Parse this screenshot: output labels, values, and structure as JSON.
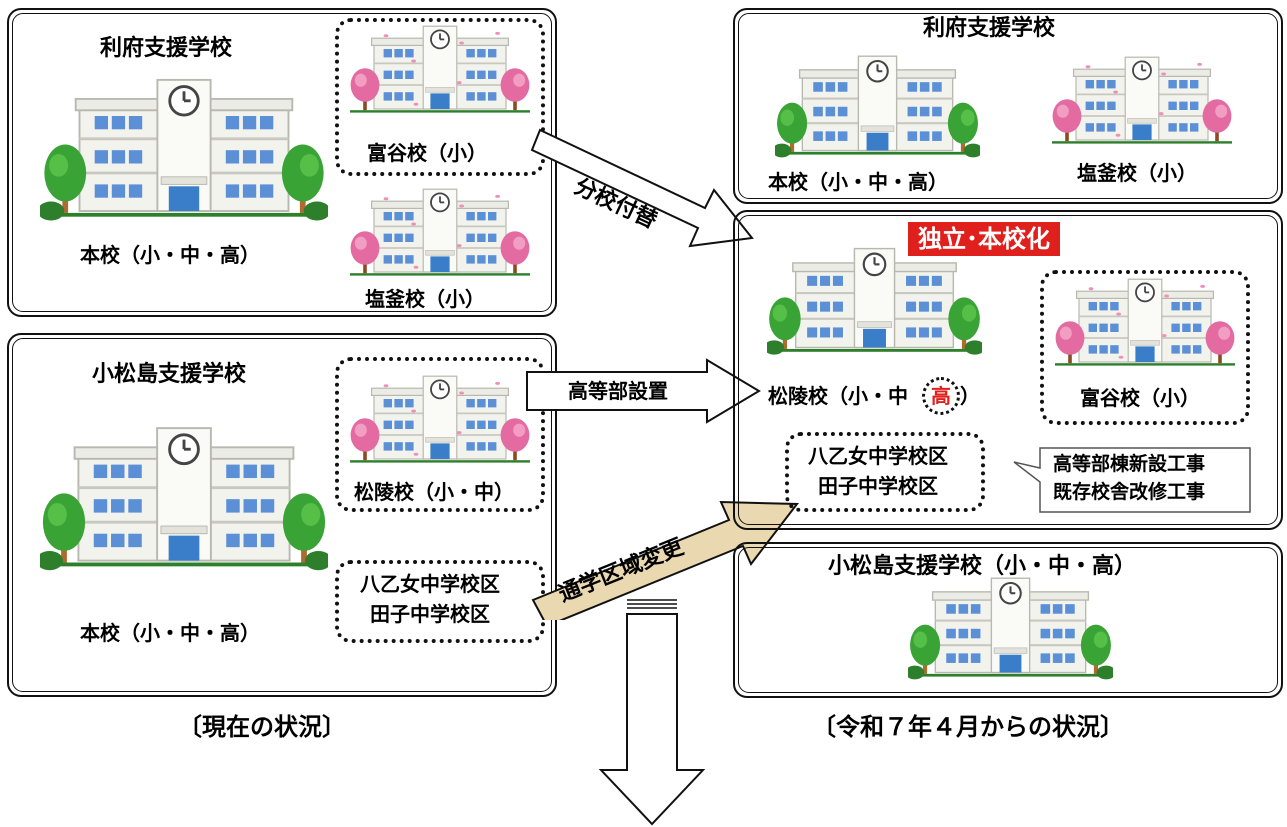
{
  "current": {
    "caption": "〔現在の状況〕",
    "rifu": {
      "title": "利府支援学校",
      "main": "本校（小・中・高）",
      "branch1": "富谷校（小）",
      "branch2": "塩釜校（小）"
    },
    "komatsushima": {
      "title": "小松島支援学校",
      "main": "本校（小・中・高）",
      "branch": "松陵校（小・中）",
      "district1": "八乙女中学校区",
      "district2": "田子中学校区"
    }
  },
  "future": {
    "caption": "〔令和７年４月からの状況〕",
    "rifu": {
      "title": "利府支援学校",
      "main": "本校（小・中・高）",
      "branch": "塩釜校（小）"
    },
    "independent": {
      "badge": "独立･本校化",
      "school_prefix": "松陵校（小・中",
      "school_high": "高",
      "school_suffix": "）",
      "branch": "富谷校（小）",
      "district1": "八乙女中学校区",
      "district2": "田子中学校区",
      "note1": "高等部棟新設工事",
      "note2": "既存校舎改修工事"
    },
    "komatsushima": {
      "title": "小松島支援学校（小・中・高）"
    }
  },
  "arrows": {
    "branch_transfer": "分校付替",
    "high_school_setup": "高等部設置",
    "district_change": "通学区域変更"
  },
  "colors": {
    "badge_red": "#e0201c",
    "high_red": "#e0201c",
    "district_arrow": "#ead9b0"
  }
}
